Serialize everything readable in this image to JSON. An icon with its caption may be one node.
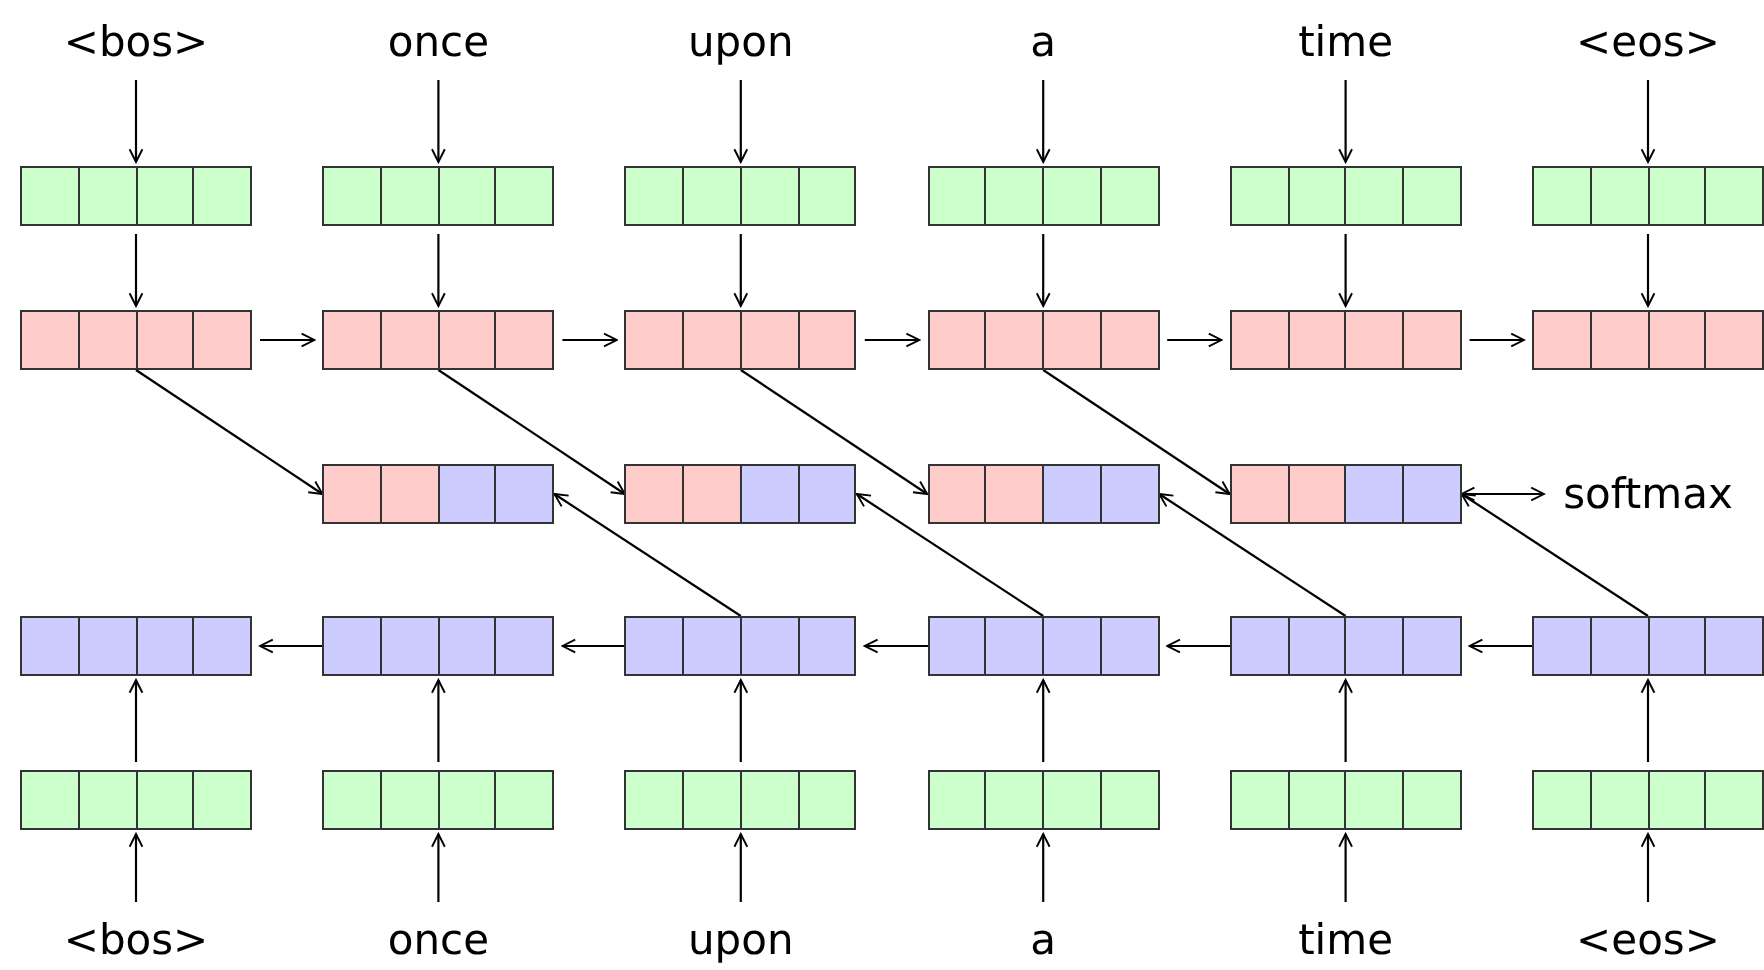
{
  "diagram": {
    "nodes": [
      {
        "text": [
          "<bos>"
        ]
      },
      {
        "text": [
          "once"
        ]
      },
      {
        "text": [
          "upon"
        ]
      },
      {
        "text": [
          "a"
        ]
      },
      {
        "text": [
          "time"
        ]
      },
      {
        "text": [
          "<eos>"
        ]
      },
      {
        "text": [],
        "shape": "box"
      },
      {
        "text": [],
        "shape": "box"
      },
      {
        "text": [],
        "shape": "box"
      },
      {
        "text": [],
        "shape": "box"
      },
      {
        "text": [],
        "shape": "box"
      },
      {
        "text": [],
        "shape": "box"
      },
      {
        "text": [],
        "shape": "box"
      },
      {
        "text": [],
        "shape": "box"
      },
      {
        "text": [],
        "shape": "box"
      },
      {
        "text": [],
        "shape": "box"
      },
      {
        "text": [],
        "shape": "box"
      },
      {
        "text": [],
        "shape": "box"
      },
      {
        "text": [],
        "shape": "box"
      },
      {
        "text": [],
        "shape": "box"
      },
      {
        "text": [],
        "shape": "box"
      },
      {
        "text": [],
        "shape": "box"
      },
      {
        "text": [
          "softmax"
        ]
      },
      {
        "text": [],
        "shape": "box"
      },
      {
        "text": [],
        "shape": "box"
      },
      {
        "text": [],
        "shape": "box"
      },
      {
        "text": [],
        "shape": "box"
      },
      {
        "text": [],
        "shape": "box"
      },
      {
        "text": [],
        "shape": "box"
      },
      {
        "text": [],
        "shape": "box"
      },
      {
        "text": [],
        "shape": "box"
      },
      {
        "text": [],
        "shape": "box"
      },
      {
        "text": [],
        "shape": "box"
      },
      {
        "text": [],
        "shape": "box"
      },
      {
        "text": [],
        "shape": "box"
      },
      {
        "text": [
          "<bos>"
        ]
      },
      {
        "text": [
          "once"
        ]
      },
      {
        "text": [
          "upon"
        ]
      },
      {
        "text": [
          "a"
        ]
      },
      {
        "text": [
          "time"
        ]
      },
      {
        "text": [
          "<eos>"
        ]
      }
    ],
    "edges": [
      {
        "from": 0,
        "to": 6,
        "arrow": "to"
      },
      {
        "from": 1,
        "to": 7,
        "arrow": "to"
      },
      {
        "from": 2,
        "to": 8,
        "arrow": "to"
      },
      {
        "from": 3,
        "to": 9,
        "arrow": "to"
      },
      {
        "from": 4,
        "to": 10,
        "arrow": "to"
      },
      {
        "from": 5,
        "to": 11,
        "arrow": "to"
      },
      {
        "from": 6,
        "to": 12,
        "arrow": "to"
      },
      {
        "from": 7,
        "to": 13,
        "arrow": "to"
      },
      {
        "from": 8,
        "to": 14,
        "arrow": "to"
      },
      {
        "from": 9,
        "to": 15,
        "arrow": "to"
      },
      {
        "from": 10,
        "to": 16,
        "arrow": "to"
      },
      {
        "from": 11,
        "to": 17,
        "arrow": "to"
      },
      {
        "from": 12,
        "to": 13,
        "arrow": "to"
      },
      {
        "from": 13,
        "to": 14,
        "arrow": "to"
      },
      {
        "from": 14,
        "to": 15,
        "arrow": "to"
      },
      {
        "from": 15,
        "to": 16,
        "arrow": "to"
      },
      {
        "from": 16,
        "to": 17,
        "arrow": "to"
      },
      {
        "from": 12,
        "to": 18,
        "arrow": "to"
      },
      {
        "from": 13,
        "to": 19,
        "arrow": "to"
      },
      {
        "from": 14,
        "to": 20,
        "arrow": "to"
      },
      {
        "from": 15,
        "to": 21,
        "arrow": "to"
      },
      {
        "from": 21,
        "to": 22,
        "arrow": "both"
      },
      {
        "from": 25,
        "to": 18,
        "arrow": "to"
      },
      {
        "from": 26,
        "to": 19,
        "arrow": "to"
      },
      {
        "from": 27,
        "to": 20,
        "arrow": "to"
      },
      {
        "from": 28,
        "to": 21,
        "arrow": "to"
      },
      {
        "from": 24,
        "to": 23,
        "arrow": "to"
      },
      {
        "from": 25,
        "to": 24,
        "arrow": "to"
      },
      {
        "from": 26,
        "to": 25,
        "arrow": "to"
      },
      {
        "from": 27,
        "to": 26,
        "arrow": "to"
      },
      {
        "from": 28,
        "to": 27,
        "arrow": "to"
      },
      {
        "from": 29,
        "to": 23,
        "arrow": "to"
      },
      {
        "from": 30,
        "to": 24,
        "arrow": "to"
      },
      {
        "from": 31,
        "to": 25,
        "arrow": "to"
      },
      {
        "from": 32,
        "to": 26,
        "arrow": "to"
      },
      {
        "from": 33,
        "to": 27,
        "arrow": "to"
      },
      {
        "from": 34,
        "to": 28,
        "arrow": "to"
      },
      {
        "from": 35,
        "to": 29,
        "arrow": "to"
      },
      {
        "from": 36,
        "to": 30,
        "arrow": "to"
      },
      {
        "from": 37,
        "to": 31,
        "arrow": "to"
      },
      {
        "from": 38,
        "to": 32,
        "arrow": "to"
      },
      {
        "from": 39,
        "to": 33,
        "arrow": "to"
      },
      {
        "from": 40,
        "to": 34,
        "arrow": "to"
      }
    ]
  }
}
